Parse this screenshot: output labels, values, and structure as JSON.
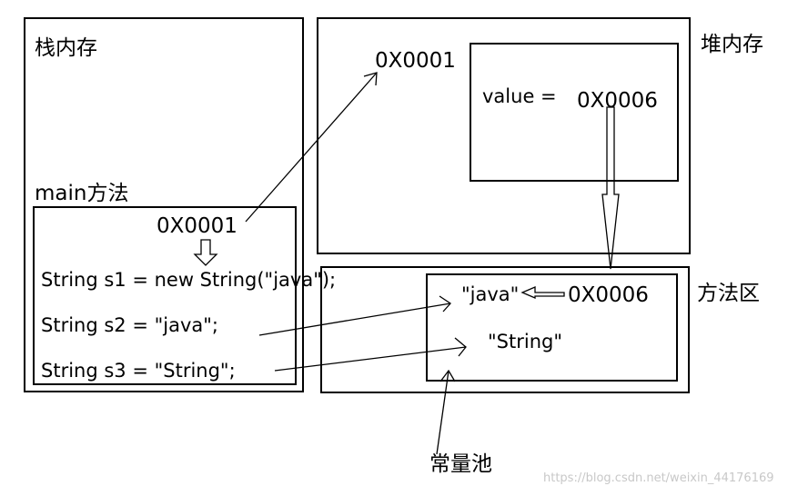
{
  "stack": {
    "title": "栈内存"
  },
  "main_method": {
    "title": "main方法",
    "ref": "0X0001"
  },
  "code_lines": [
    "String s1 = new String(\"java\");",
    "String s2 = \"java\";",
    "String s3 = \"String\";"
  ],
  "heap": {
    "title": "堆内存",
    "object_address": "0X0001",
    "value_label": "value =",
    "value_address": "0X0006"
  },
  "method_area": {
    "title": "方法区",
    "java_literal": "\"java\"",
    "java_address": "0X0006",
    "string_literal": "\"String\""
  },
  "constant_pool": {
    "label": "常量池"
  },
  "watermark": "https://blog.csdn.net/weixin_44176169"
}
